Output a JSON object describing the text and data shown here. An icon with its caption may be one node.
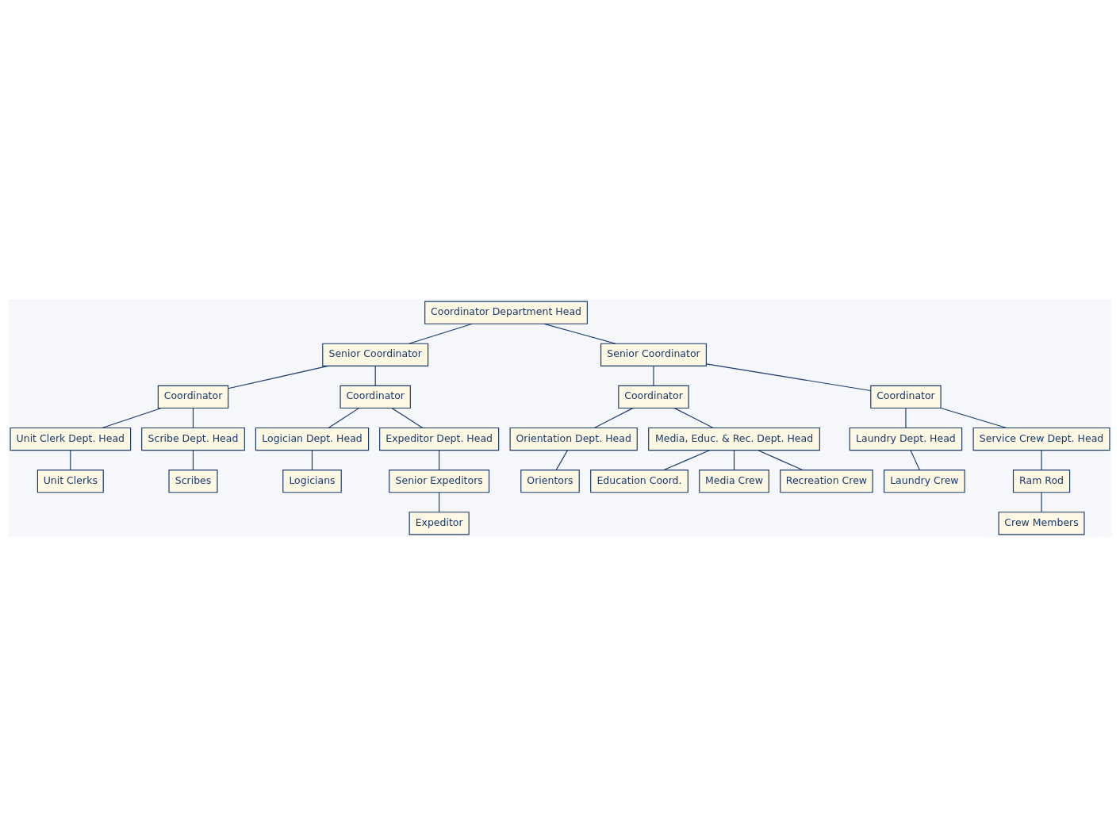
{
  "diagram": {
    "nodes": [
      {
        "text": [
          "Coordinator Department Head"
        ]
      },
      {
        "text": [
          "Senior Coordinator"
        ]
      },
      {
        "text": [
          "Senior Coordinator"
        ]
      },
      {
        "text": [
          "Coordinator"
        ]
      },
      {
        "text": [
          "Coordinator"
        ]
      },
      {
        "text": [
          "Coordinator"
        ]
      },
      {
        "text": [
          "Coordinator"
        ]
      },
      {
        "text": [
          "Unit Clerk Dept. Head"
        ]
      },
      {
        "text": [
          "Scribe Dept. Head"
        ]
      },
      {
        "text": [
          "Logician Dept. Head"
        ]
      },
      {
        "text": [
          "Expeditor Dept. Head"
        ]
      },
      {
        "text": [
          "Orientation Dept. Head"
        ]
      },
      {
        "text": [
          "Media, Educ. & Rec. Dept. Head"
        ]
      },
      {
        "text": [
          "Laundry Dept. Head"
        ]
      },
      {
        "text": [
          "Service Crew Dept. Head"
        ]
      },
      {
        "text": [
          "Unit Clerks"
        ]
      },
      {
        "text": [
          "Scribes"
        ]
      },
      {
        "text": [
          "Logicians"
        ]
      },
      {
        "text": [
          "Senior Expeditors"
        ]
      },
      {
        "text": [
          "Orientors"
        ]
      },
      {
        "text": [
          "Education Coord."
        ]
      },
      {
        "text": [
          "Laundry Crew"
        ]
      },
      {
        "text": [
          "Ram Rod"
        ]
      },
      {
        "text": [
          "Expeditor"
        ]
      },
      {
        "text": [
          "Media Crew"
        ]
      },
      {
        "text": [
          "Crew Members"
        ]
      },
      {
        "text": [
          "Recreation Crew"
        ]
      }
    ],
    "edges": [
      {
        "from": 0,
        "to": 1,
        "arrow": "none"
      },
      {
        "from": 0,
        "to": 2,
        "arrow": "none"
      },
      {
        "from": 1,
        "to": 3,
        "arrow": "none"
      },
      {
        "from": 1,
        "to": 4,
        "arrow": "none"
      },
      {
        "from": 2,
        "to": 5,
        "arrow": "none"
      },
      {
        "from": 2,
        "to": 6,
        "arrow": "none"
      },
      {
        "from": 3,
        "to": 7,
        "arrow": "none"
      },
      {
        "from": 3,
        "to": 8,
        "arrow": "none"
      },
      {
        "from": 4,
        "to": 9,
        "arrow": "none"
      },
      {
        "from": 4,
        "to": 10,
        "arrow": "none"
      },
      {
        "from": 5,
        "to": 11,
        "arrow": "none"
      },
      {
        "from": 5,
        "to": 12,
        "arrow": "none"
      },
      {
        "from": 6,
        "to": 13,
        "arrow": "none"
      },
      {
        "from": 6,
        "to": 14,
        "arrow": "none"
      },
      {
        "from": 7,
        "to": 15,
        "arrow": "none"
      },
      {
        "from": 8,
        "to": 16,
        "arrow": "none"
      },
      {
        "from": 9,
        "to": 17,
        "arrow": "none"
      },
      {
        "from": 10,
        "to": 18,
        "arrow": "none"
      },
      {
        "from": 18,
        "to": 23,
        "arrow": "none"
      },
      {
        "from": 11,
        "to": 19,
        "arrow": "none"
      },
      {
        "from": 12,
        "to": 20,
        "arrow": "none"
      },
      {
        "from": 12,
        "to": 24,
        "arrow": "none"
      },
      {
        "from": 12,
        "to": 26,
        "arrow": "none"
      },
      {
        "from": 13,
        "to": 21,
        "arrow": "none"
      },
      {
        "from": 14,
        "to": 22,
        "arrow": "none"
      },
      {
        "from": 22,
        "to": 25,
        "arrow": "none"
      }
    ]
  }
}
